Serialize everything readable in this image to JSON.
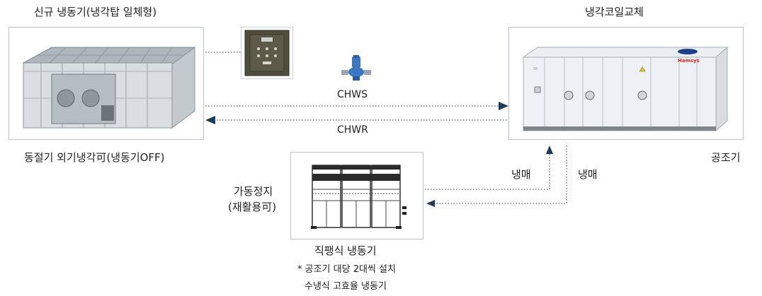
{
  "left_unit": {
    "title": "신규 냉동기(냉각탑 일체형)",
    "caption": "동절기 외기냉각可(냉동기OFF)"
  },
  "right_unit": {
    "title": "냉각코일교체",
    "caption": "공조기",
    "brand_text": "Hamsys"
  },
  "pipes": {
    "supply": "CHWS",
    "return": "CHWR"
  },
  "refrigerant": {
    "label_left": "냉매",
    "label_right": "냉매"
  },
  "bottom_unit": {
    "side_label_line1": "가동정지",
    "side_label_line2": "(재활용可)",
    "title": "직팽식 냉동기",
    "note_line1": "* 공조기 대당 2대씩 설치",
    "note_line2": "수냉식 고효율 냉동기"
  },
  "colors": {
    "line": "#1f3a55",
    "box_border": "#b9c4cc",
    "pump_blue": "#3b76c2",
    "brand_red": "#d22828"
  }
}
